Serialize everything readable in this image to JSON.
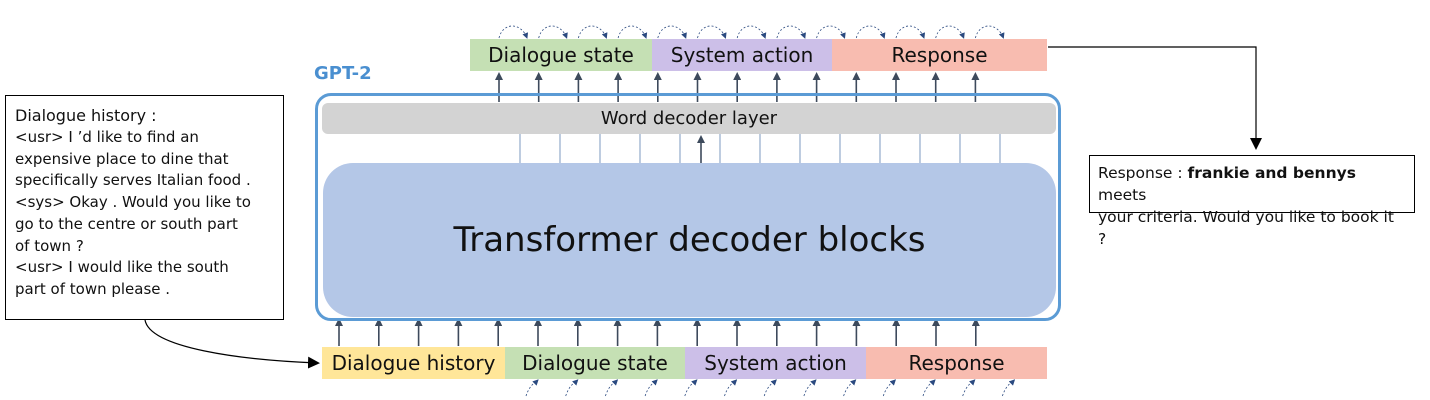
{
  "model_label": "GPT-2",
  "word_decoder_label": "Word decoder layer",
  "transformer_label": "Transformer decoder blocks",
  "top_segments": [
    {
      "label": "Dialogue state",
      "color": "#c5e0b4"
    },
    {
      "label": "System action",
      "color": "#ccbfe8"
    },
    {
      "label": "Response",
      "color": "#f8bcb0"
    }
  ],
  "bottom_segments": [
    {
      "label": "Dialogue history",
      "color": "#ffe699"
    },
    {
      "label": "Dialogue state",
      "color": "#c5e0b4"
    },
    {
      "label": "System action",
      "color": "#ccbfe8"
    },
    {
      "label": "Response",
      "color": "#f8bcb0"
    }
  ],
  "dialogue_history": {
    "title": "Dialogue history :",
    "lines": [
      "<usr> I ’d like to find an",
      "expensive place to dine that",
      "specifically serves Italian food .",
      "<sys> Okay . Would you like to",
      "go to the centre or south part",
      "of town ?",
      "<usr> I would like the south",
      "part of town please ."
    ]
  },
  "response_output": {
    "prefix": "Response : ",
    "entity": "frankie and bennys",
    "suffix_line1": " meets",
    "line2": "your criteria. Would you like to book it ?"
  },
  "colors": {
    "frame": "#5b9bd5",
    "gpt_label": "#4a8fd0",
    "transformer": "#b4c7e7",
    "word_decoder": "#d3d3d3",
    "arrow": "#3d4a5c",
    "thin_line": "#5b7fb0"
  }
}
